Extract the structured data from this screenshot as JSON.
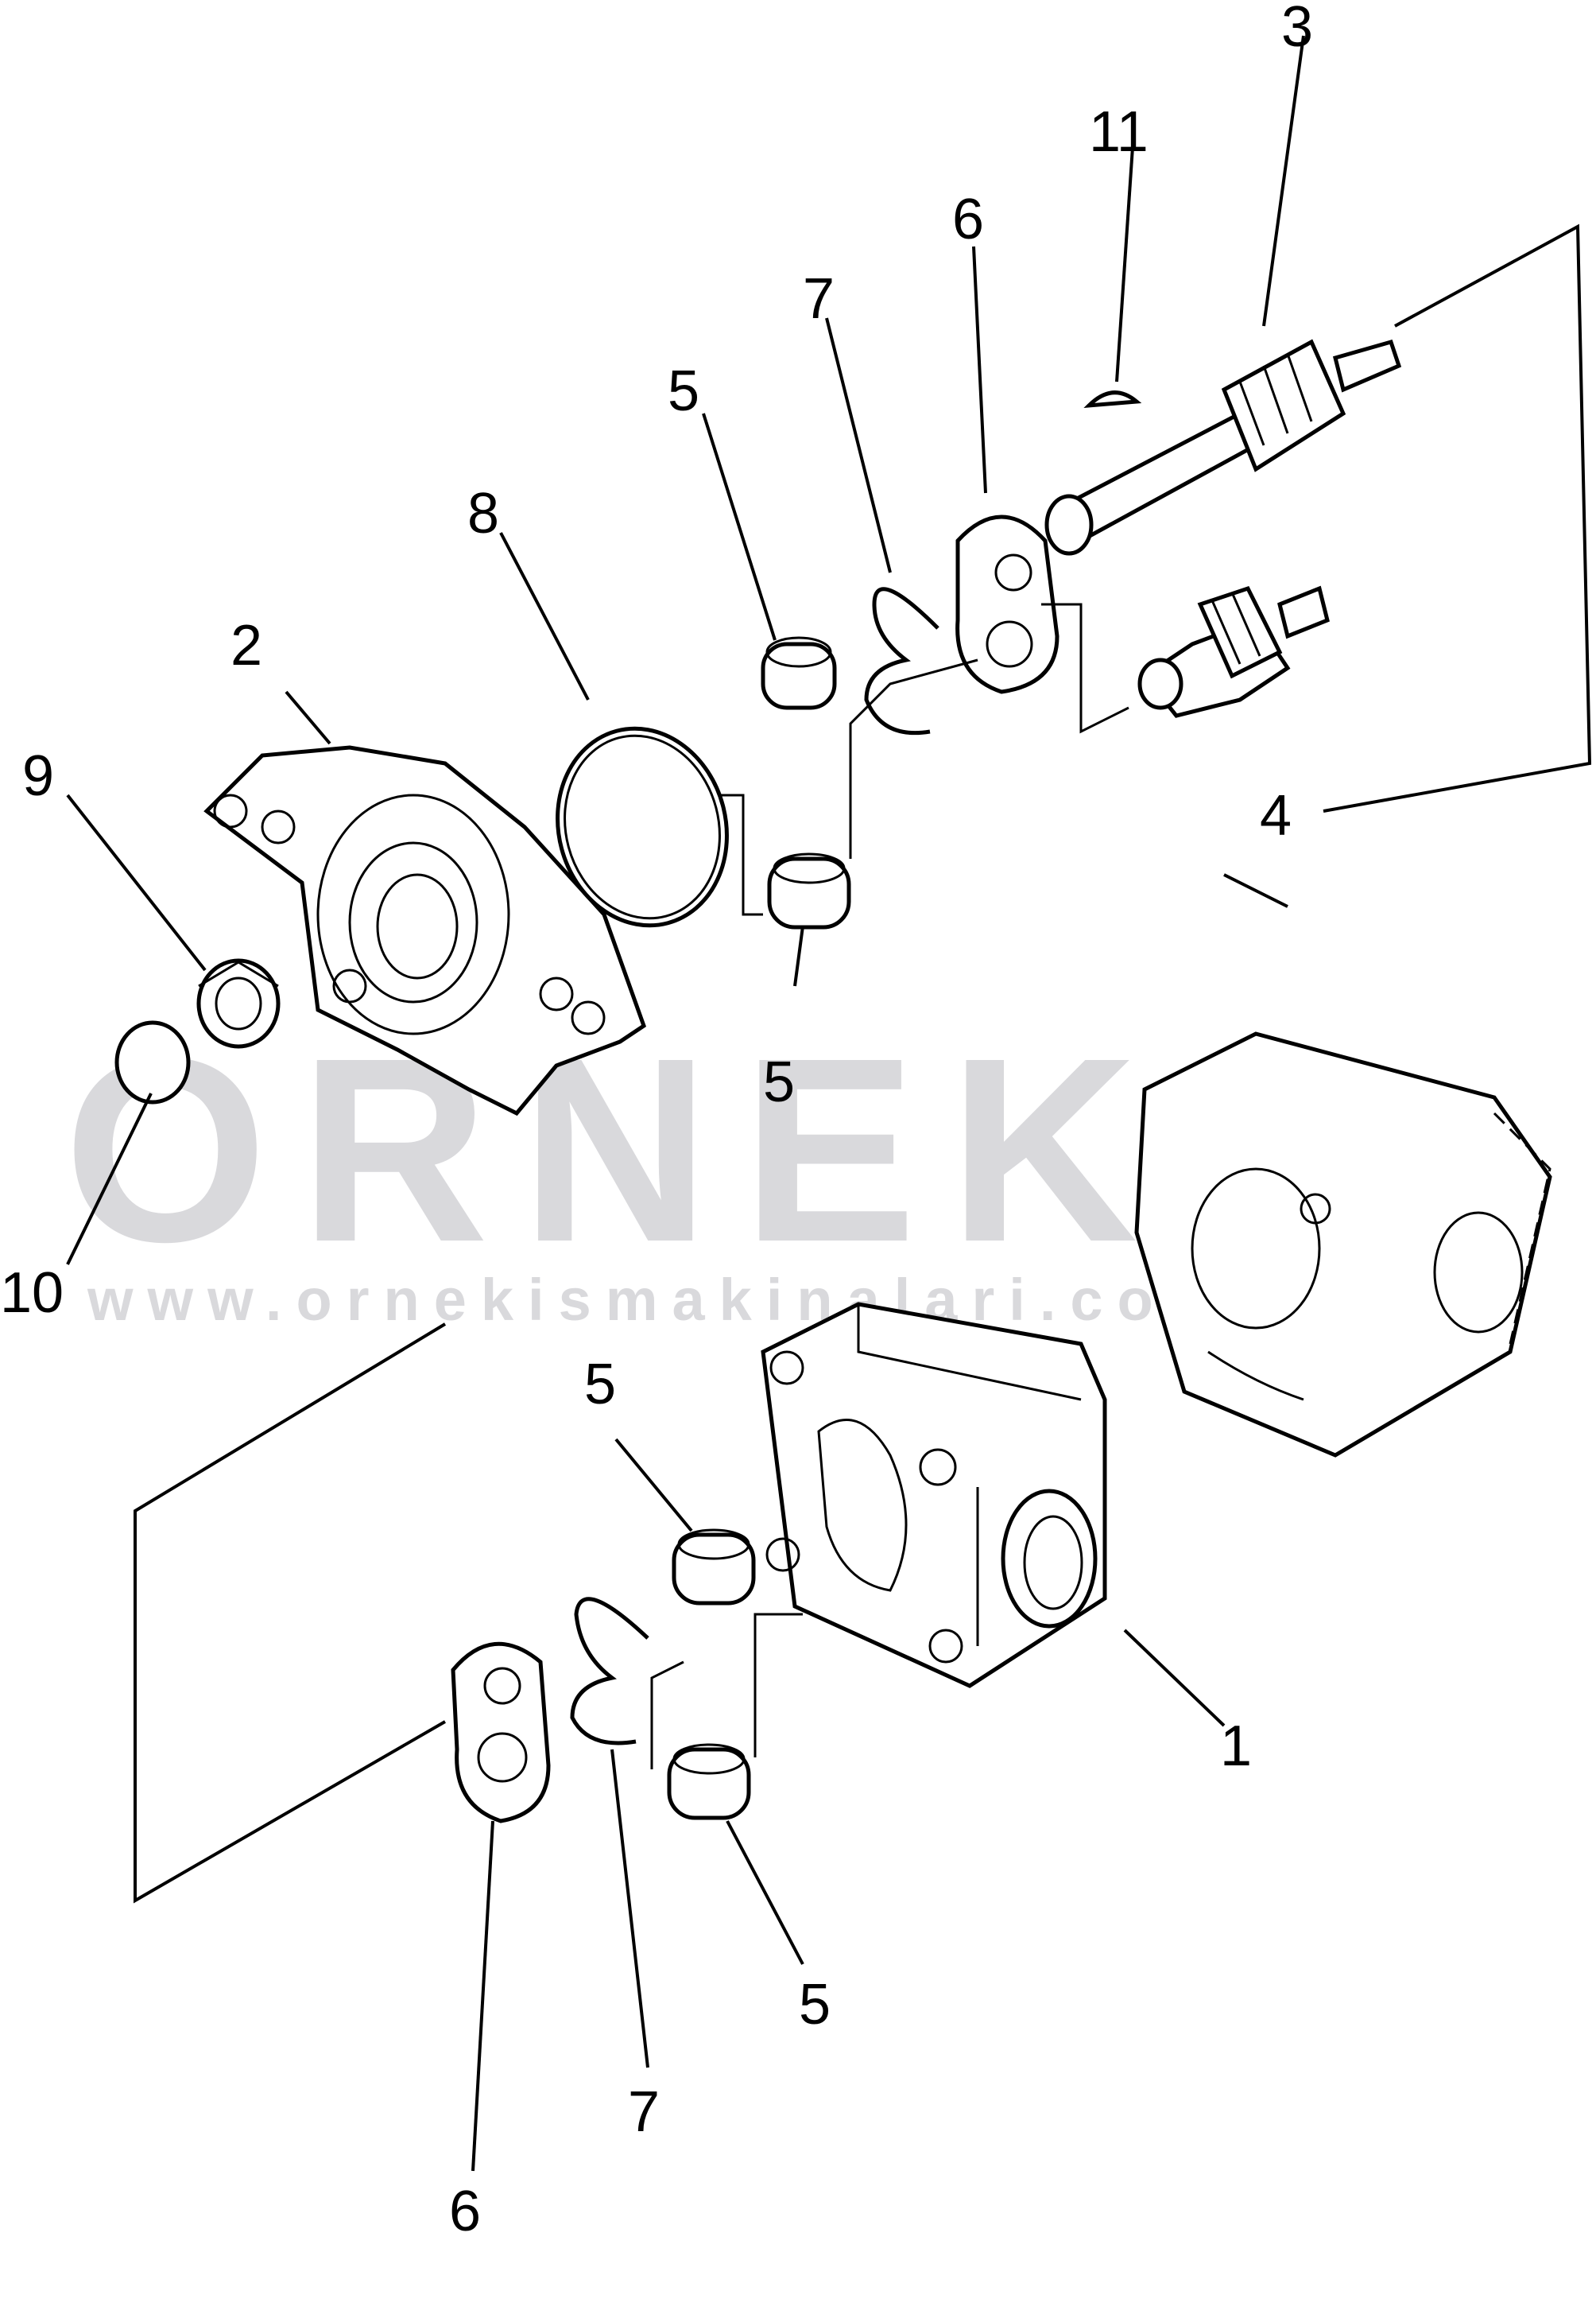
{
  "watermark": {
    "brand": "ORNEK",
    "url": "www.ornekismakinalari.com.tr",
    "color": "#d9d9dc"
  },
  "callouts": {
    "c1": "1",
    "c2": "2",
    "c3": "3",
    "c4": "4",
    "c5a": "5",
    "c5b": "5",
    "c5c": "5",
    "c5d": "5",
    "c6a": "6",
    "c6b": "6",
    "c7a": "7",
    "c7b": "7",
    "c8": "8",
    "c9": "9",
    "c10": "10",
    "c11": "11"
  }
}
